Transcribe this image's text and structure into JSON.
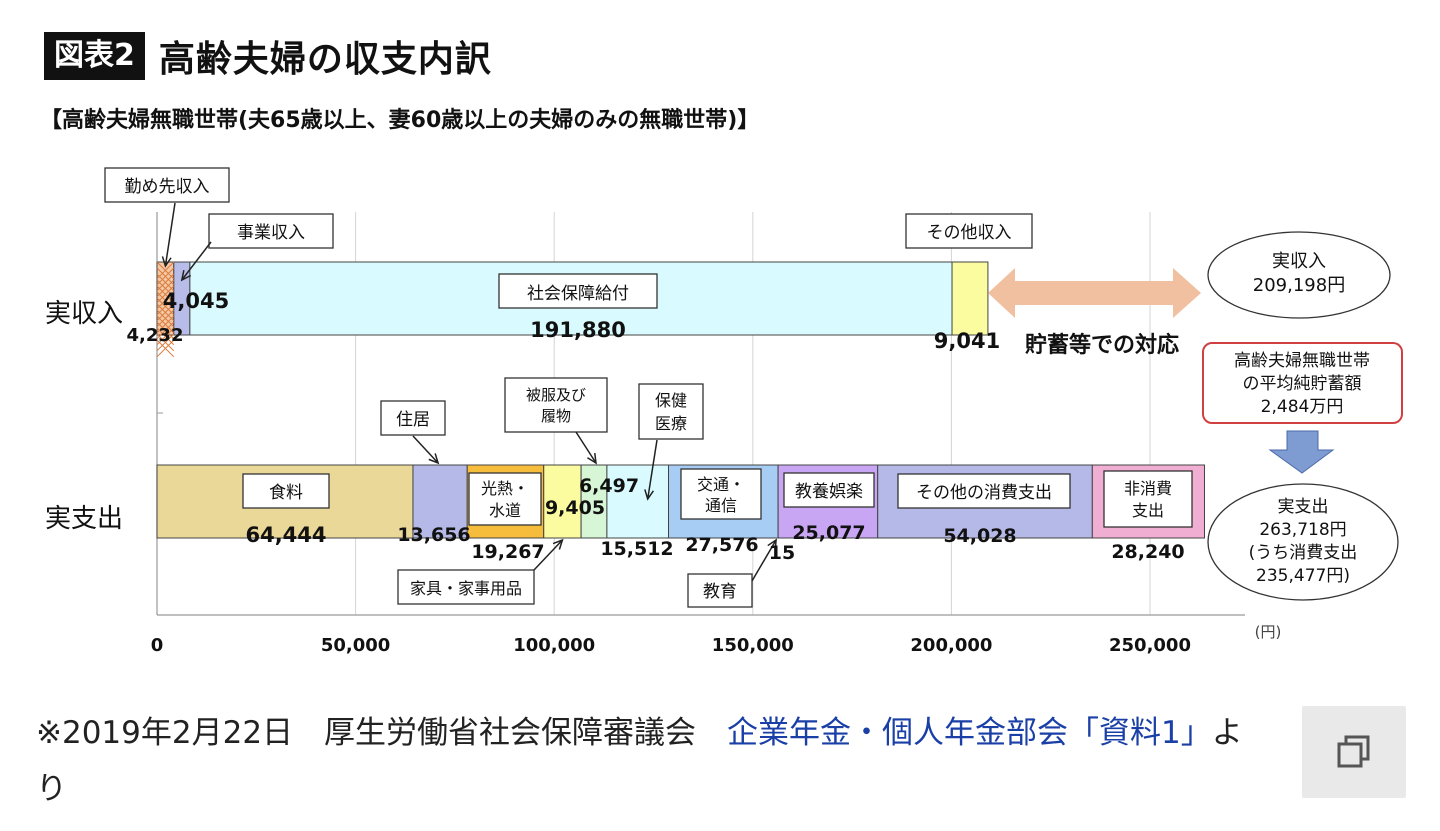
{
  "figure": {
    "badge": "図表2",
    "title": "高齢夫婦の収支内訳",
    "subtitle": "【高齢夫婦無職世帯(夫65歳以上、妻60歳以上の夫婦のみの無職世帯)】"
  },
  "chart_data": {
    "type": "bar",
    "orientation": "horizontal-stacked",
    "unit": "(円)",
    "xlim": [
      0,
      265000
    ],
    "x_ticks": [
      "0",
      "50,000",
      "100,000",
      "150,000",
      "200,000",
      "250,000"
    ],
    "x_tick_values": [
      0,
      50000,
      100000,
      150000,
      200000,
      250000
    ],
    "grid": true,
    "rows": [
      {
        "label": "実収入",
        "segments": [
          {
            "name": "勤め先収入",
            "value": 4232,
            "label": "4,232",
            "color": "#f4c8a4"
          },
          {
            "name": "事業収入",
            "value": 4045,
            "label": "4,045",
            "color": "#b7bde8"
          },
          {
            "name": "社会保障給付",
            "value": 191880,
            "label": "191,880",
            "color": "#d9fbff"
          },
          {
            "name": "その他収入",
            "value": 9041,
            "label": "9,041",
            "color": "#fbfba0"
          }
        ]
      },
      {
        "label": "実支出",
        "segments": [
          {
            "name": "食料",
            "value": 64444,
            "label": "64,444",
            "color": "#ead898"
          },
          {
            "name": "住居",
            "value": 13656,
            "label": "13,656",
            "color": "#b5b9e8"
          },
          {
            "name": "光熱・水道",
            "value": 19267,
            "label": "19,267",
            "color": "#f6bd3c"
          },
          {
            "name": "家具・家事用品",
            "value": 9405,
            "label": "9,405",
            "color": "#fbfba0"
          },
          {
            "name": "被服及び履物",
            "value": 6497,
            "label": "6,497",
            "color": "#d6f6d6"
          },
          {
            "name": "保健医療",
            "value": 15512,
            "label": "15,512",
            "color": "#d9fbff"
          },
          {
            "name": "交通・通信",
            "value": 27576,
            "label": "27,576",
            "color": "#a8cdf4"
          },
          {
            "name": "教育",
            "value": 15,
            "label": "15",
            "color": "#ffffff"
          },
          {
            "name": "教養娯楽",
            "value": 25077,
            "label": "25,077",
            "color": "#c9a6f4"
          },
          {
            "name": "その他の消費支出",
            "value": 54028,
            "label": "54,028",
            "color": "#b5b9e8"
          },
          {
            "name": "非消費支出",
            "value": 28240,
            "label": "28,240",
            "color": "#f0aed2"
          }
        ]
      }
    ],
    "annotations": {
      "gap_text": "貯蓄等での対応",
      "income_total": [
        "実収入",
        "209,198円"
      ],
      "savings": [
        "高齢夫婦無職世帯",
        "の平均純貯蓄額",
        "2,484万円"
      ],
      "expense_total": [
        "実支出",
        "263,718円",
        "(うち消費支出",
        "235,477円)"
      ]
    }
  },
  "source": {
    "prefix": "※2019年2月22日　厚生労働省社会保障審議会　",
    "link": "企業年金・個人年金部会「資料1」",
    "suffix": "より"
  },
  "copy_icon": "copy-icon"
}
